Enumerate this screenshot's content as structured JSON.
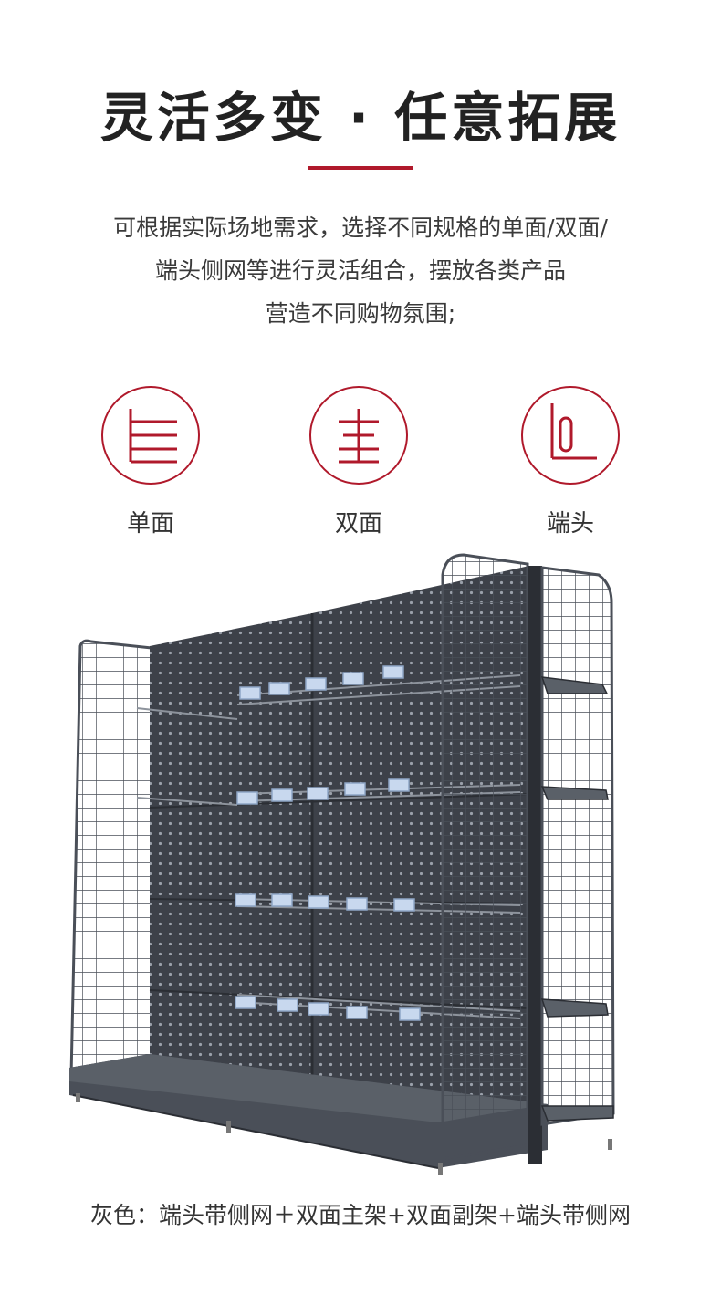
{
  "header": {
    "title": "灵活多变 · 任意拓展",
    "accent_color": "#b0192b"
  },
  "description": {
    "lines": [
      "可根据实际场地需求，选择不同规格的单面/双面/",
      "端头侧网等进行灵活组合，摆放各类产品",
      "营造不同购物氛围;"
    ]
  },
  "types": [
    {
      "label": "单面",
      "icon": "single-sided-shelf-icon"
    },
    {
      "label": "双面",
      "icon": "double-sided-shelf-icon"
    },
    {
      "label": "端头",
      "icon": "end-cap-shelf-icon"
    }
  ],
  "product": {
    "image": "supermarket-pegboard-shelf-photo",
    "frame_color": "#3d4149",
    "caption": "灰色：端头带侧网＋双面主架+双面副架+端头带侧网"
  }
}
